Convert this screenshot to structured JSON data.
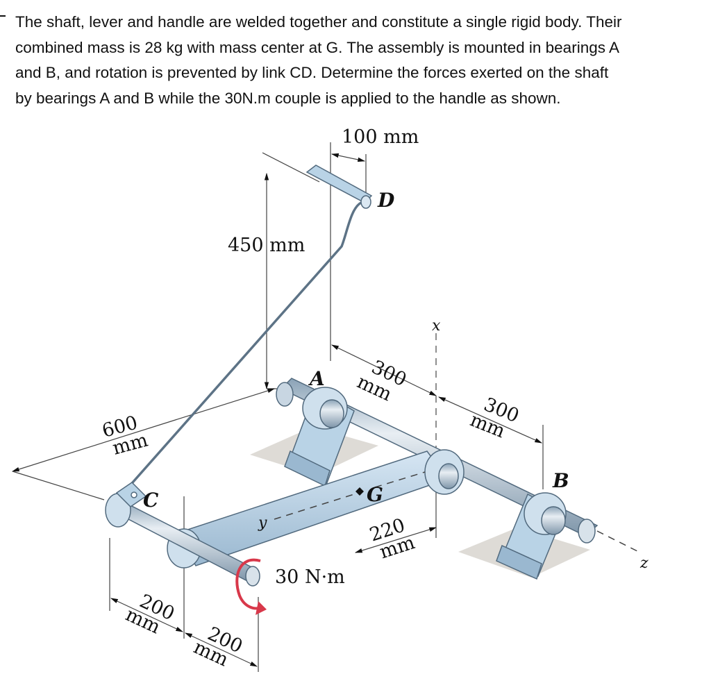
{
  "problem": {
    "lines": [
      "The shaft, lever and handle are welded together and constitute a single rigid body. Their",
      "combined mass is 28 kg with mass center at G. The assembly is mounted in bearings A",
      "and  B, and rotation is prevented by link CD. Determine the forces exerted on the shaft",
      "by bearings A and B while the 30N.m couple is applied to the handle as shown."
    ]
  },
  "figure": {
    "dimensions": {
      "d100": "100 mm",
      "d450": "450 mm",
      "d300a_num": "300",
      "d300a_unit": "mm",
      "d300b_num": "300",
      "d300b_unit": "mm",
      "d600_num": "600",
      "d600_unit": "mm",
      "d220_num": "220",
      "d220_unit": "mm",
      "d200a_num": "200",
      "d200a_unit": "mm",
      "d200b_num": "200",
      "d200b_unit": "mm",
      "couple": "30 N·m"
    },
    "points": {
      "A": "A",
      "B": "B",
      "C": "C",
      "D": "D",
      "G": "G"
    },
    "axes": {
      "x": "x",
      "y": "y",
      "z": "z"
    },
    "colors": {
      "steel": "#b4c8d8",
      "bearing": "#b9d3e6",
      "shadow": "#dedbd6",
      "couple_arrow": "#d8384a"
    }
  }
}
